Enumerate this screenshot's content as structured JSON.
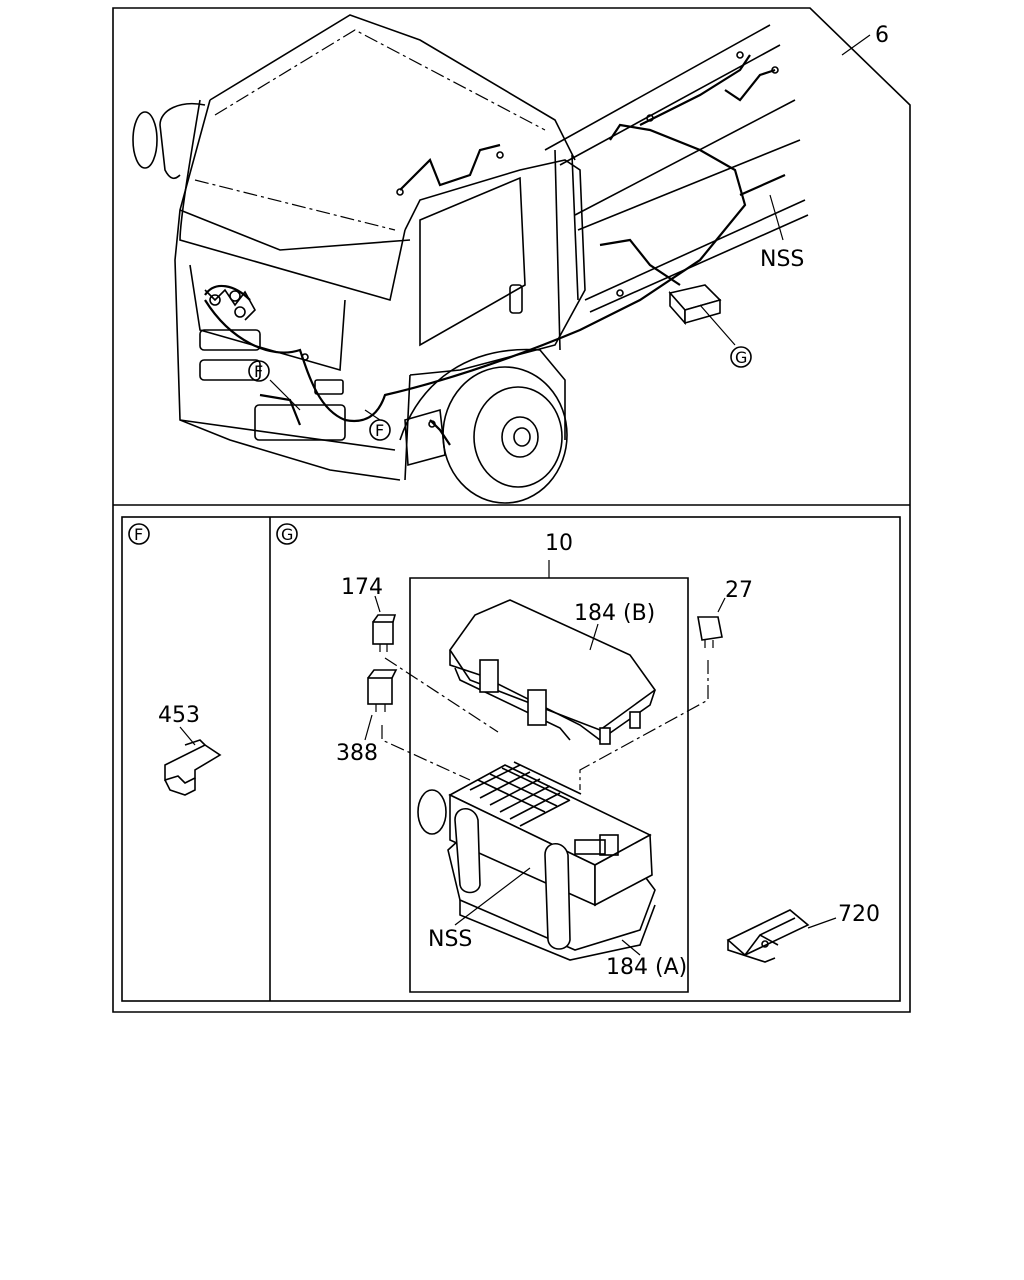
{
  "labels": {
    "assembly": "6",
    "nss_top": "NSS",
    "callout_g_top": "G",
    "callout_f_1": "F",
    "callout_f_2": "F",
    "panel_f_title": "F",
    "panel_g_title": "G",
    "box": "10",
    "relay_174": "174",
    "cover_184b": "184 (B)",
    "fuse_27": "27",
    "clip_453": "453",
    "relay_388": "388",
    "nss_box": "NSS",
    "base_184a": "184 (A)",
    "bracket_720": "720"
  }
}
